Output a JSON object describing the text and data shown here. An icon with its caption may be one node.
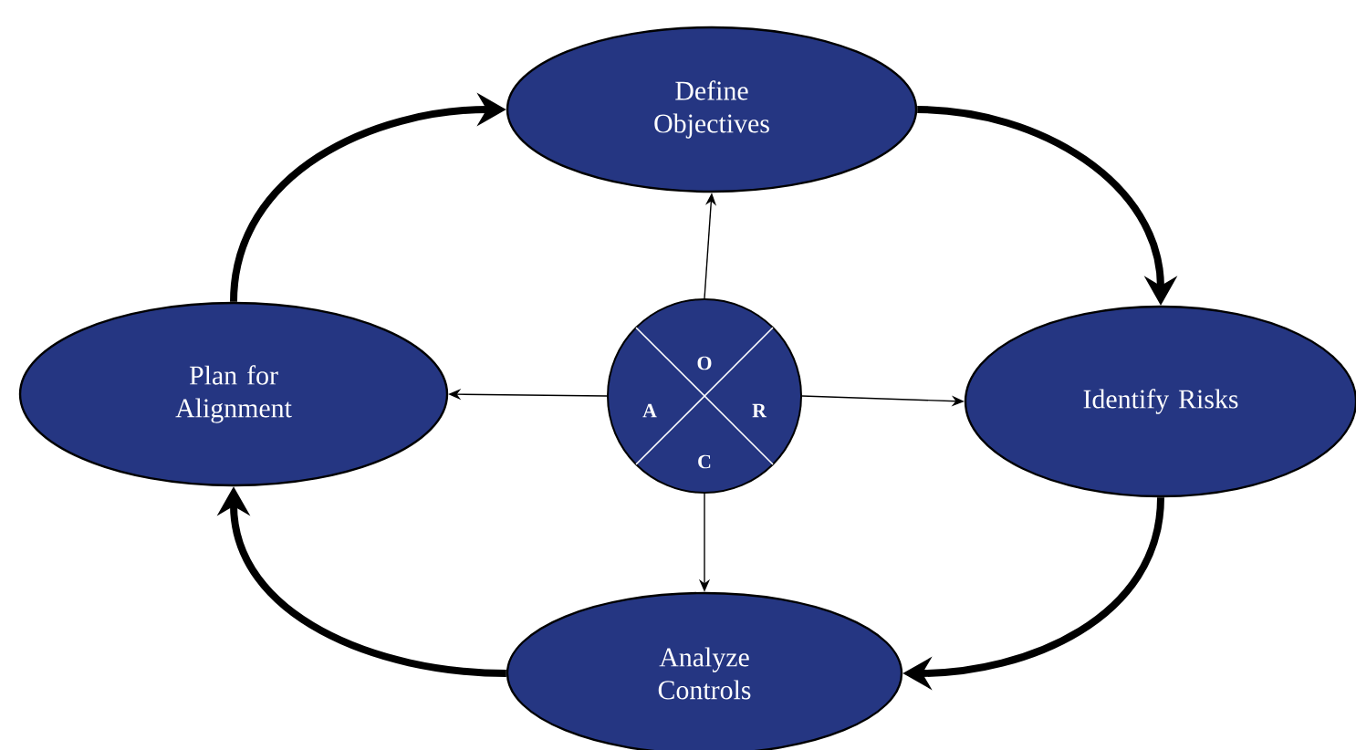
{
  "diagram": {
    "nodes": [
      {
        "text": [
          "O",
          "A",
          "R",
          "C"
        ]
      },
      {
        "text": [
          "Define Objectives"
        ]
      },
      {
        "text": [
          "Plan for Alignment"
        ]
      },
      {
        "text": [
          "Identify Risks"
        ]
      },
      {
        "text": [
          "Analyze Controls"
        ]
      }
    ],
    "edges": [
      {
        "from": 0,
        "to": 1,
        "arrow": "to"
      },
      {
        "from": 0,
        "to": 3,
        "arrow": "to"
      },
      {
        "from": 0,
        "to": 4,
        "arrow": "to"
      },
      {
        "from": 0,
        "to": 2,
        "arrow": "to"
      },
      {
        "from": 1,
        "to": 3,
        "arrow": "to",
        "style": "thick"
      },
      {
        "from": 3,
        "to": 4,
        "arrow": "to",
        "style": "thick"
      },
      {
        "from": 4,
        "to": 2,
        "arrow": "to",
        "style": "thick"
      },
      {
        "from": 2,
        "to": 1,
        "arrow": "to",
        "style": "thick"
      }
    ]
  }
}
